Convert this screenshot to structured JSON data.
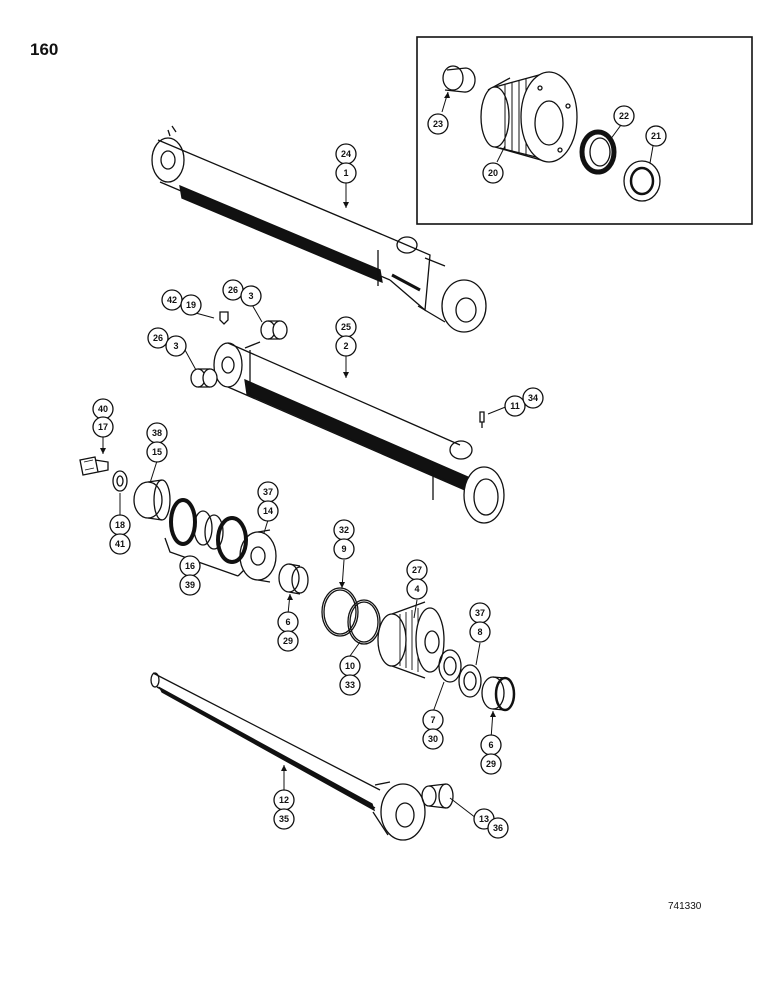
{
  "page_number": "160",
  "drawing_number": "741330",
  "callouts": {
    "c24": "24",
    "c1": "1",
    "c23": "23",
    "c20": "20",
    "c22": "22",
    "c21": "21",
    "c42": "42",
    "c19": "19",
    "c26a": "26",
    "c3a": "3",
    "c25": "25",
    "c2": "2",
    "c26b": "26",
    "c3b": "3",
    "c11": "11",
    "c34": "34",
    "c40": "40",
    "c17": "17",
    "c38": "38",
    "c15": "15",
    "c18": "18",
    "c41": "41",
    "c16": "16",
    "c39": "39",
    "c37a": "37",
    "c14": "14",
    "c6a": "6",
    "c29a": "29",
    "c32": "32",
    "c9": "9",
    "c10": "10",
    "c33": "33",
    "c27": "27",
    "c4": "4",
    "c37b": "37",
    "c8": "8",
    "c7": "7",
    "c30": "30",
    "c6b": "6",
    "c29b": "29",
    "c12": "12",
    "c35": "35",
    "c13": "13",
    "c36": "36"
  }
}
